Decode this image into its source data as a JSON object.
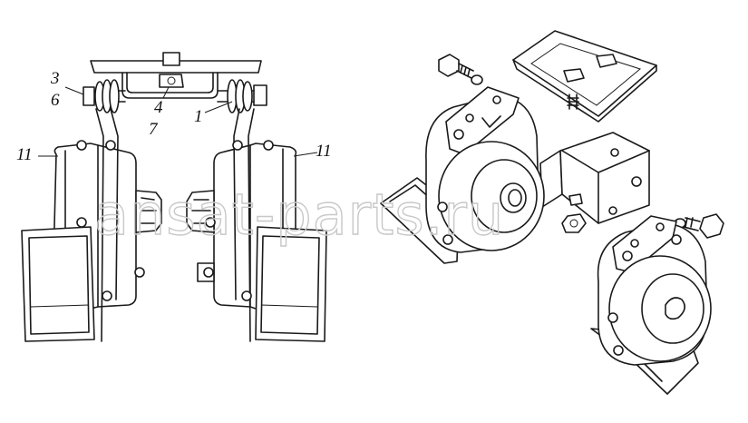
{
  "watermark": "ansat-parts.ru",
  "callouts": {
    "c3": "3",
    "c6": "6",
    "c4": "4",
    "c7": "7",
    "c1": "1",
    "c11_left": "11",
    "c11_right": "11"
  }
}
